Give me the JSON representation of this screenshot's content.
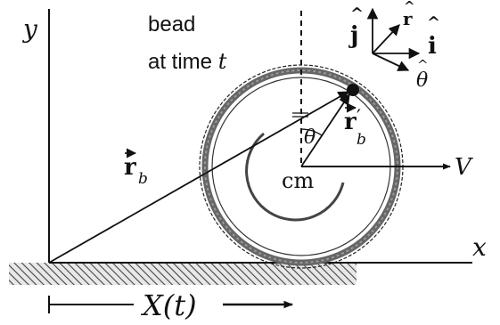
{
  "axes": {
    "y_label": "y",
    "x_label": "x"
  },
  "bead_caption": {
    "line1": "bead",
    "line2_prefix": "at time ",
    "line2_var": "t"
  },
  "vectors": {
    "r_b": {
      "symbol": "r",
      "subscript": "b"
    },
    "r_b_prime": {
      "symbol": "r",
      "prime": "′",
      "subscript": "b"
    },
    "velocity": {
      "label": "V"
    }
  },
  "center_label": "cm",
  "angle_label": "θ",
  "unit_vectors": {
    "j_hat": "j",
    "r_hat": "r",
    "i_hat": "i",
    "theta_hat": "θ"
  },
  "displacement": {
    "label": "X(t)"
  },
  "colors": {
    "ink": "#111111",
    "ground_hatch": "#555555",
    "background": "#ffffff"
  }
}
